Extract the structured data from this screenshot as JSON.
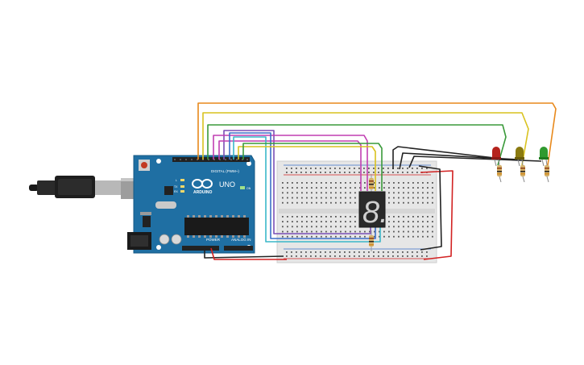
{
  "arduino": {
    "brand": "ARDUINO",
    "model": "UNO",
    "digital_label": "DIGITAL (PWM~)",
    "power_label": "POWER",
    "analog_label": "ANALOG IN",
    "tx_label": "TX",
    "rx_label": "RX",
    "on_label": "ON",
    "l_label": "L"
  },
  "display": {
    "digit": "8."
  },
  "colors": {
    "board": "#1f6fa3",
    "breadboard": "#e6e6e6",
    "wire_orange": "#e8891c",
    "wire_yellow": "#d9c21f",
    "wire_green": "#3a9a3a",
    "wire_purple": "#7a4fb5",
    "wire_magenta": "#c13fb2",
    "wire_blue": "#3b6fc9",
    "wire_cyan": "#3ab7c9",
    "wire_red": "#d22222",
    "wire_black": "#222222",
    "led_red": "#b5231c",
    "led_yellow": "#8a7a10",
    "led_green": "#2f9a2f"
  }
}
